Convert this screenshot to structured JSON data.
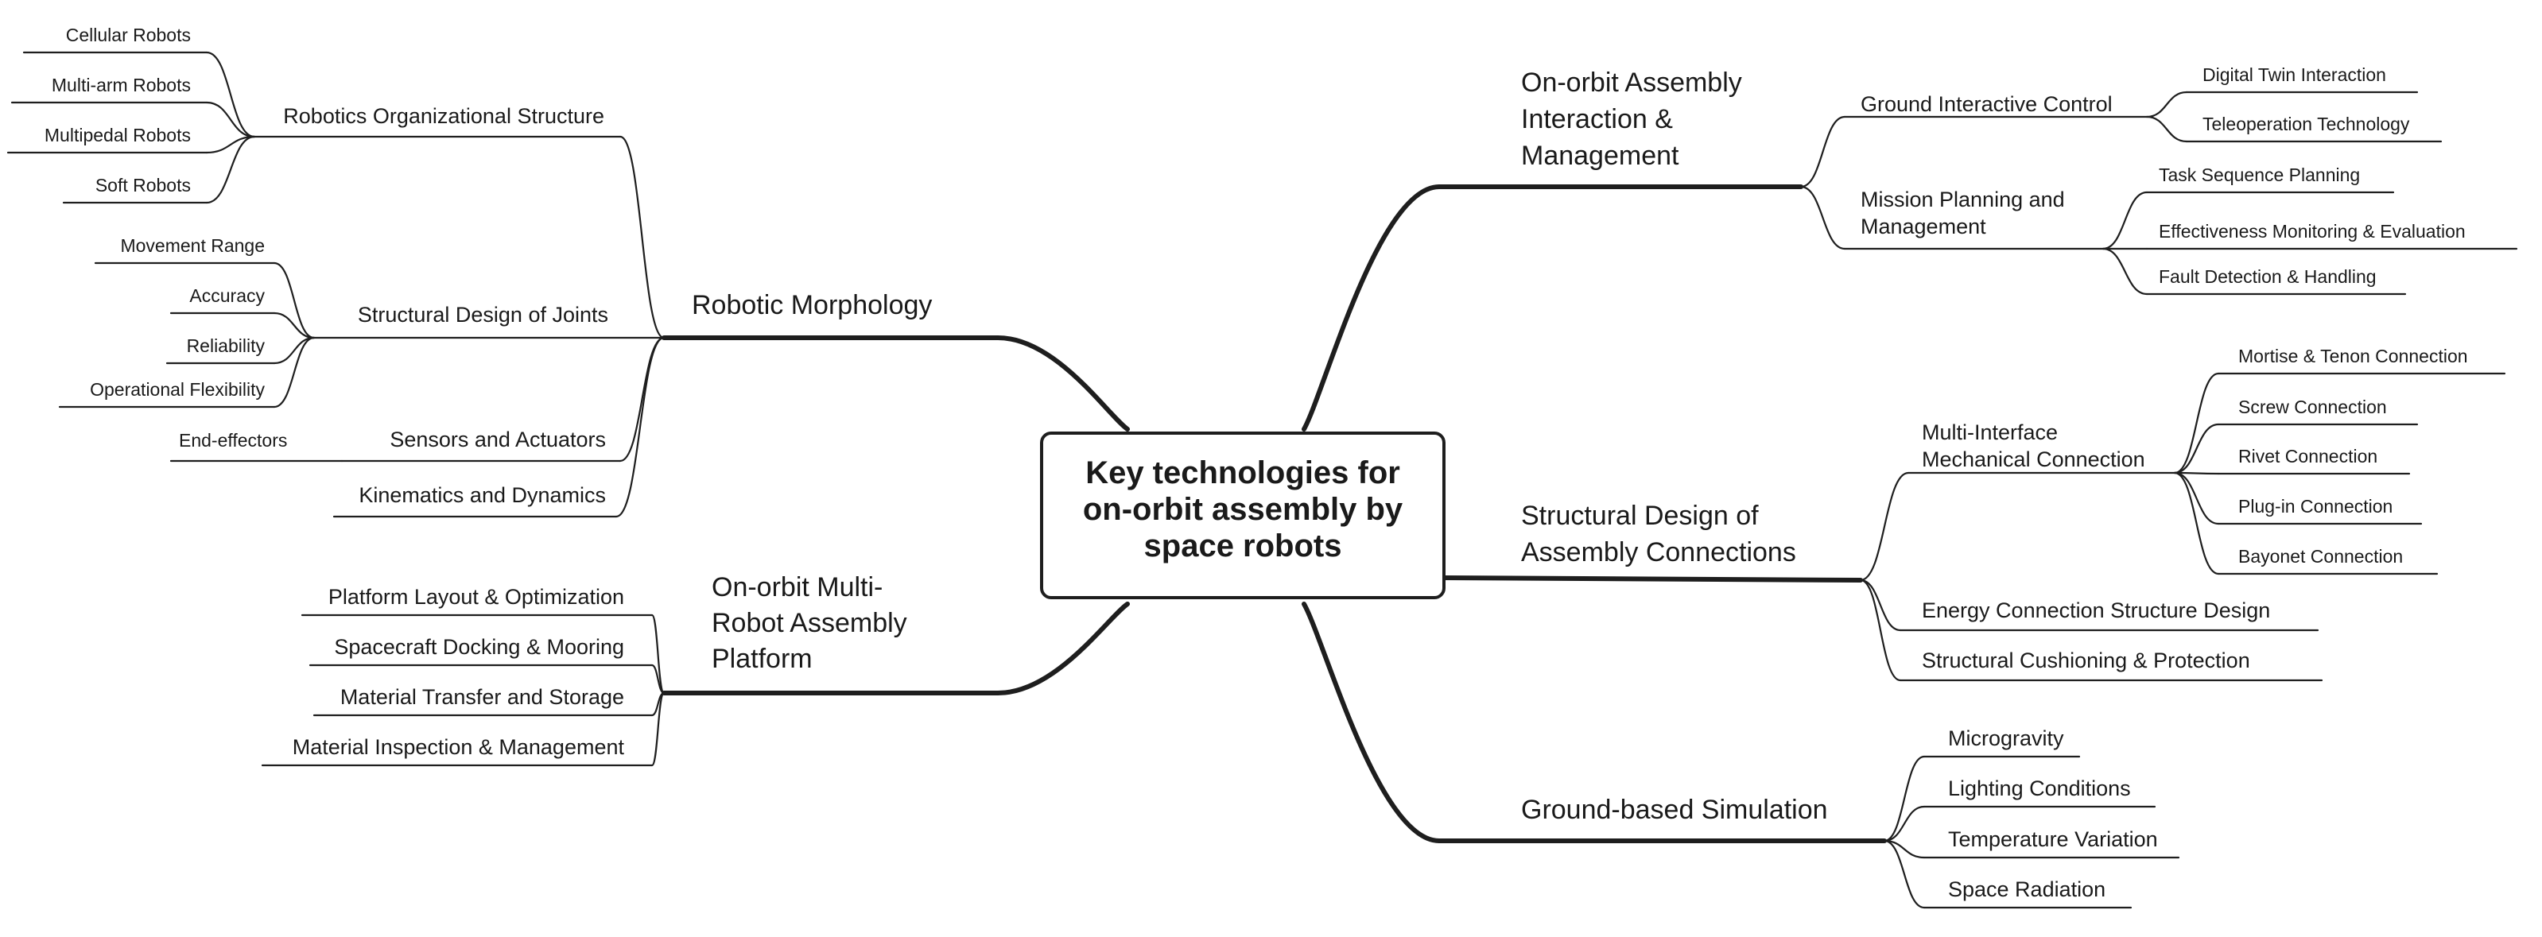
{
  "center": {
    "lines": [
      "Key technologies for",
      "on-orbit assembly by",
      "space robots"
    ]
  },
  "branches": {
    "robotic_morphology": {
      "label": [
        "Robotic Morphology"
      ],
      "children": {
        "org_structure": {
          "label": [
            "Robotics Organizational Structure"
          ],
          "leaves": [
            "Cellular Robots",
            "Multi-arm Robots",
            "Multipedal Robots",
            "Soft Robots"
          ]
        },
        "joints": {
          "label": [
            "Structural Design of Joints"
          ],
          "leaves": [
            "Movement Range",
            "Accuracy",
            "Reliability",
            "Operational Flexibility"
          ]
        },
        "sensors": {
          "label": [
            "Sensors and Actuators"
          ],
          "leaves": [
            "End-effectors"
          ]
        },
        "kinematics": {
          "label": [
            "Kinematics and Dynamics"
          ],
          "leaves": []
        }
      }
    },
    "platform": {
      "label": [
        "On-orbit Multi-",
        "Robot Assembly",
        "Platform"
      ],
      "leaves": [
        "Platform Layout & Optimization",
        "Spacecraft Docking & Mooring",
        "Material Transfer and Storage",
        "Material Inspection & Management"
      ]
    },
    "interaction": {
      "label": [
        "On-orbit Assembly",
        "Interaction &",
        "Management"
      ],
      "children": {
        "ground_control": {
          "label": [
            "Ground Interactive Control"
          ],
          "leaves": [
            "Digital Twin Interaction",
            "Teleoperation Technology"
          ]
        },
        "mission": {
          "label": [
            "Mission Planning and",
            "Management"
          ],
          "leaves": [
            "Task Sequence Planning",
            "Effectiveness Monitoring & Evaluation",
            "Fault Detection & Handling"
          ]
        }
      }
    },
    "connections": {
      "label": [
        "Structural Design of",
        "Assembly Connections"
      ],
      "children": {
        "multi_interface": {
          "label": [
            "Multi-Interface",
            "Mechanical Connection"
          ],
          "leaves": [
            "Mortise & Tenon Connection",
            "Screw Connection",
            "Rivet Connection",
            "Plug-in Connection",
            "Bayonet Connection"
          ]
        },
        "energy": {
          "label": [
            "Energy Connection Structure Design"
          ],
          "leaves": []
        },
        "cushioning": {
          "label": [
            "Structural Cushioning & Protection"
          ],
          "leaves": []
        }
      }
    },
    "simulation": {
      "label": [
        "Ground-based Simulation"
      ],
      "leaves": [
        "Microgravity",
        "Lighting Conditions",
        "Temperature Variation",
        "Space Radiation"
      ]
    }
  }
}
